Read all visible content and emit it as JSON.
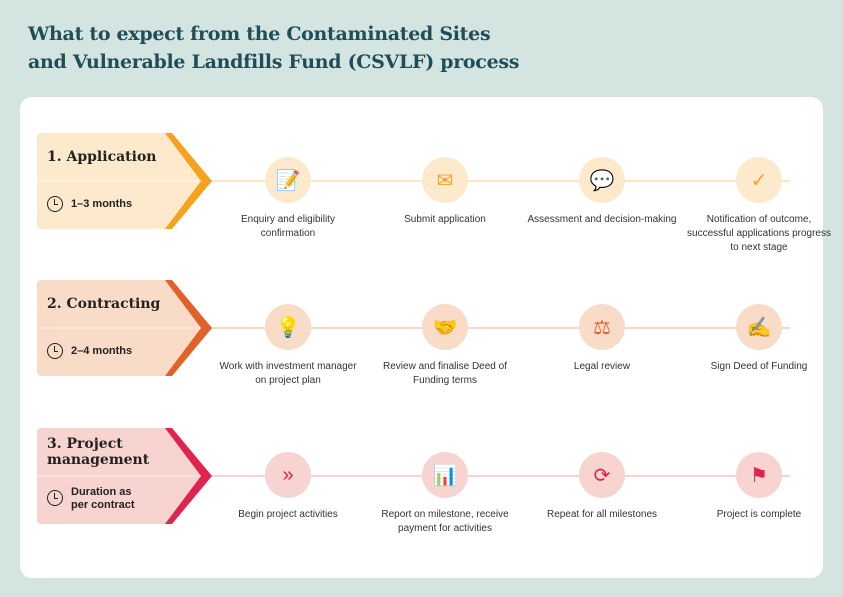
{
  "title_line1": "What to expect from the Contaminated Sites",
  "title_line2": "and Vulnerable Landfills Fund (CSVLF) process",
  "stages": [
    {
      "title": "1. Application",
      "duration": "1–3 months",
      "bg": "#fde9cc",
      "accent": "#f5a31e",
      "line": "#fde6c4",
      "icon_color": "#f5a31e",
      "steps": [
        {
          "icon": "document-check-icon",
          "glyph": "📝",
          "label": "Enquiry and eligibility confirmation"
        },
        {
          "icon": "envelope-icon",
          "glyph": "✉",
          "label": "Submit application"
        },
        {
          "icon": "people-discussion-icon",
          "glyph": "💬",
          "label": "Assessment and decision-making"
        },
        {
          "icon": "checkmark-icon",
          "glyph": "✓",
          "label": "Notification of outcome, successful applications progress to next stage"
        }
      ]
    },
    {
      "title": "2. Contracting",
      "duration": "2–4 months",
      "bg": "#f9dcc8",
      "accent": "#e0612a",
      "line": "#f9d9c6",
      "icon_color": "#e0612a",
      "steps": [
        {
          "icon": "lightbulb-people-icon",
          "glyph": "💡",
          "label": "Work with investment manager on project plan"
        },
        {
          "icon": "handshake-icon",
          "glyph": "🤝",
          "label": "Review and finalise Deed of Funding terms"
        },
        {
          "icon": "scales-icon",
          "glyph": "⚖",
          "label": "Legal review"
        },
        {
          "icon": "sign-document-icon",
          "glyph": "✍",
          "label": "Sign Deed of Funding"
        }
      ]
    },
    {
      "title": "3. Project management",
      "duration": "Duration as per contract",
      "bg": "#f8d4d1",
      "accent": "#e0234f",
      "line": "#f8d4d1",
      "icon_color": "#e0234f",
      "steps": [
        {
          "icon": "chevrons-right-icon",
          "glyph": "»",
          "label": "Begin project activities"
        },
        {
          "icon": "report-chart-icon",
          "glyph": "📊",
          "label": "Report on milestone, receive payment for activities"
        },
        {
          "icon": "repeat-icon",
          "glyph": "⟳",
          "label": "Repeat for all milestones"
        },
        {
          "icon": "flag-icon",
          "glyph": "⚑",
          "label": "Project is complete"
        }
      ]
    }
  ]
}
